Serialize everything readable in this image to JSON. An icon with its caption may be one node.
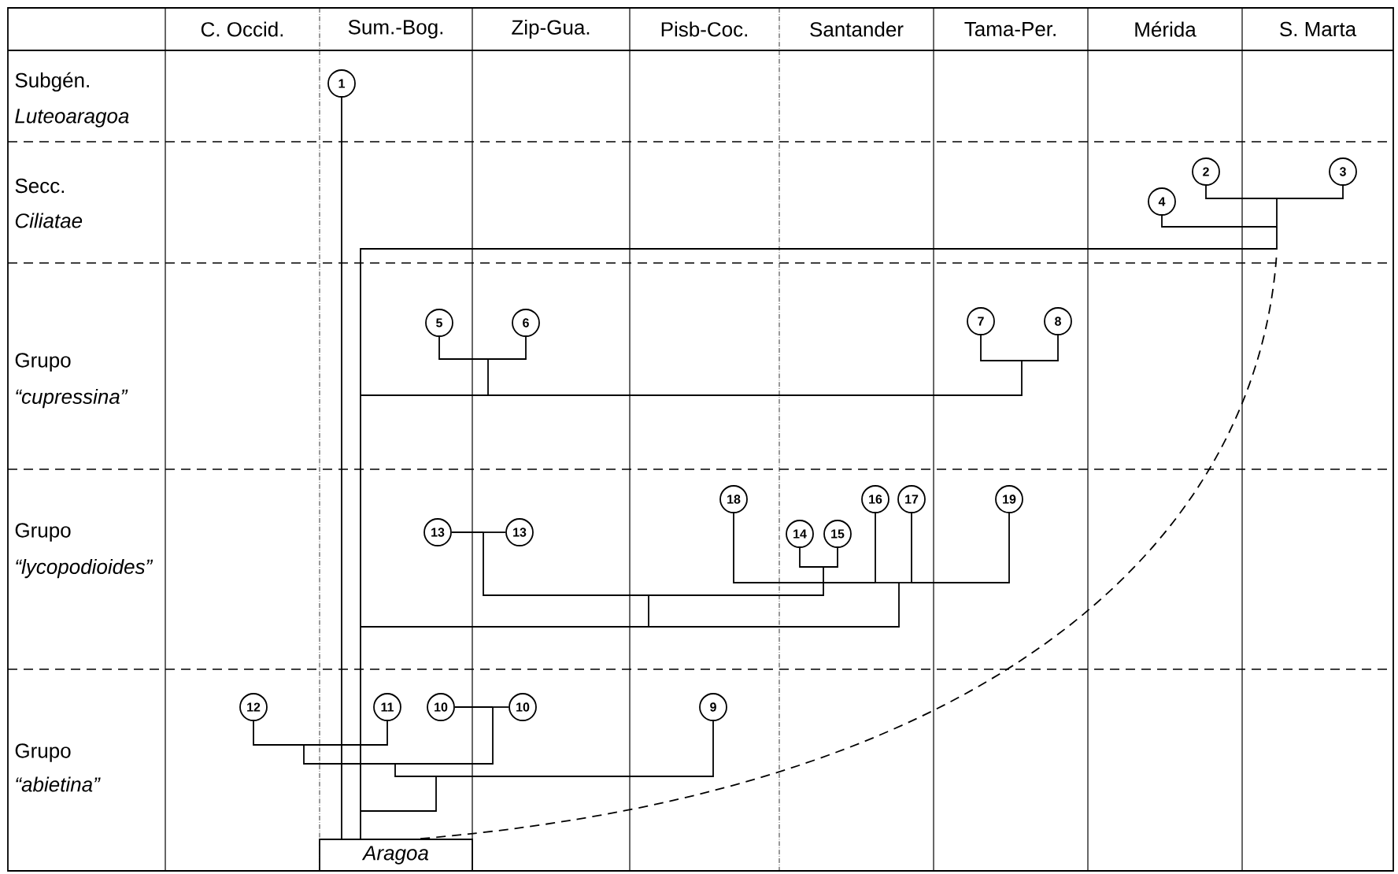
{
  "diagram": {
    "nodes": [
      {
        "text": [
          "1"
        ]
      },
      {
        "text": [
          "2"
        ]
      },
      {
        "text": [
          "3"
        ]
      },
      {
        "text": [
          "4"
        ]
      },
      {
        "text": [
          "5"
        ]
      },
      {
        "text": [
          "6"
        ]
      },
      {
        "text": [
          "7"
        ]
      },
      {
        "text": [
          "8"
        ]
      },
      {
        "text": [
          "18"
        ]
      },
      {
        "text": [
          "16"
        ]
      },
      {
        "text": [
          "17"
        ]
      },
      {
        "text": [
          "19"
        ]
      },
      {
        "text": [
          "13"
        ]
      },
      {
        "text": [
          "13"
        ]
      },
      {
        "text": [
          "14"
        ]
      },
      {
        "text": [
          "15"
        ]
      },
      {
        "text": [
          "12"
        ]
      },
      {
        "text": [
          "11"
        ]
      },
      {
        "text": [
          "10"
        ]
      },
      {
        "text": [
          "10"
        ]
      },
      {
        "text": [
          "9"
        ]
      },
      {
        "text": [
          "Aragoa"
        ]
      }
    ],
    "edges": [
      {
        "from": 21,
        "to": 0,
        "arrow": "none"
      },
      {
        "from": 21,
        "to": 1,
        "arrow": "none"
      },
      {
        "from": 21,
        "to": 2,
        "arrow": "none"
      },
      {
        "from": 21,
        "to": 3,
        "arrow": "none"
      },
      {
        "from": 21,
        "to": 4,
        "arrow": "none"
      },
      {
        "from": 21,
        "to": 5,
        "arrow": "none"
      },
      {
        "from": 21,
        "to": 6,
        "arrow": "none"
      },
      {
        "from": 21,
        "to": 7,
        "arrow": "none"
      },
      {
        "from": 21,
        "to": 8,
        "arrow": "none"
      },
      {
        "from": 21,
        "to": 9,
        "arrow": "none"
      },
      {
        "from": 21,
        "to": 10,
        "arrow": "none"
      },
      {
        "from": 21,
        "to": 11,
        "arrow": "none"
      },
      {
        "from": 21,
        "to": 12,
        "arrow": "none"
      },
      {
        "from": 21,
        "to": 13,
        "arrow": "none"
      },
      {
        "from": 21,
        "to": 14,
        "arrow": "none"
      },
      {
        "from": 21,
        "to": 15,
        "arrow": "none"
      },
      {
        "from": 21,
        "to": 16,
        "arrow": "none"
      },
      {
        "from": 21,
        "to": 17,
        "arrow": "none"
      },
      {
        "from": 21,
        "to": 18,
        "arrow": "none"
      },
      {
        "from": 21,
        "to": 19,
        "arrow": "none"
      },
      {
        "from": 21,
        "to": 20,
        "arrow": "none"
      },
      {
        "from": 21,
        "to": null,
        "arrow": "none",
        "style": "dashed"
      }
    ],
    "labels": [
      "C. Occid.",
      "Sum.-Bog.",
      "Zip-Gua.",
      "Pisb-Coc.",
      "Santander",
      "Tama-Per.",
      "Mérida",
      "S. Marta",
      "Subgén.",
      "Luteoaragoa",
      "Secc.",
      "Ciliatae",
      "Grupo",
      "“cupressina”",
      "Grupo",
      "“lycopodioides”",
      "Grupo",
      "“abietina”"
    ]
  }
}
